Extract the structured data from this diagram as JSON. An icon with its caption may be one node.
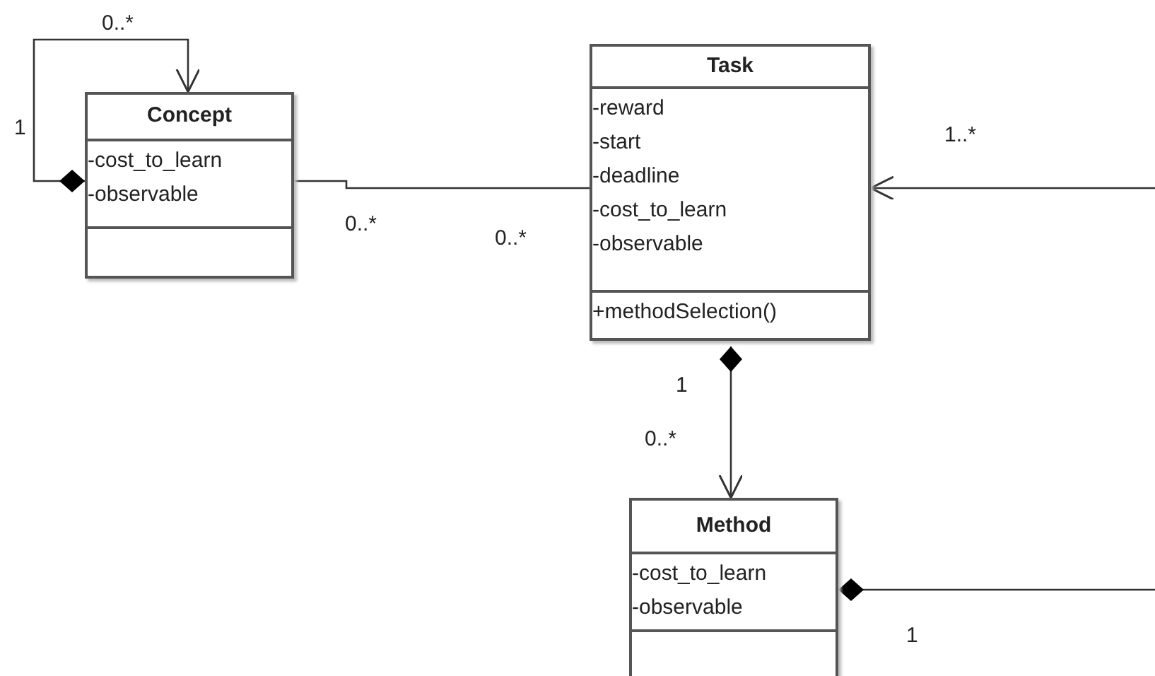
{
  "diagram": {
    "nodes": [
      {
        "text": [
          "Concept",
          "-cost_to_learn",
          "-observable"
        ]
      },
      {
        "text": [
          "Task",
          "-reward",
          "-start",
          "-deadline",
          "-cost_to_learn",
          "-observable",
          "+methodSelection()"
        ]
      },
      {
        "text": [
          "Method",
          "-cost_to_learn",
          "-observable"
        ]
      }
    ],
    "edges": [
      {
        "from": 0,
        "to": 0,
        "arrow": "to"
      },
      {
        "from": 0,
        "to": 1,
        "arrow": "none"
      },
      {
        "from": null,
        "to": 1,
        "arrow": "to"
      },
      {
        "from": 1,
        "to": 2,
        "arrow": "to"
      },
      {
        "from": 2,
        "to": null,
        "arrow": "other"
      }
    ],
    "labels": [
      "0..*",
      "1",
      "1..*",
      "0..*",
      "0..*",
      "1",
      "0..*",
      "1"
    ]
  }
}
